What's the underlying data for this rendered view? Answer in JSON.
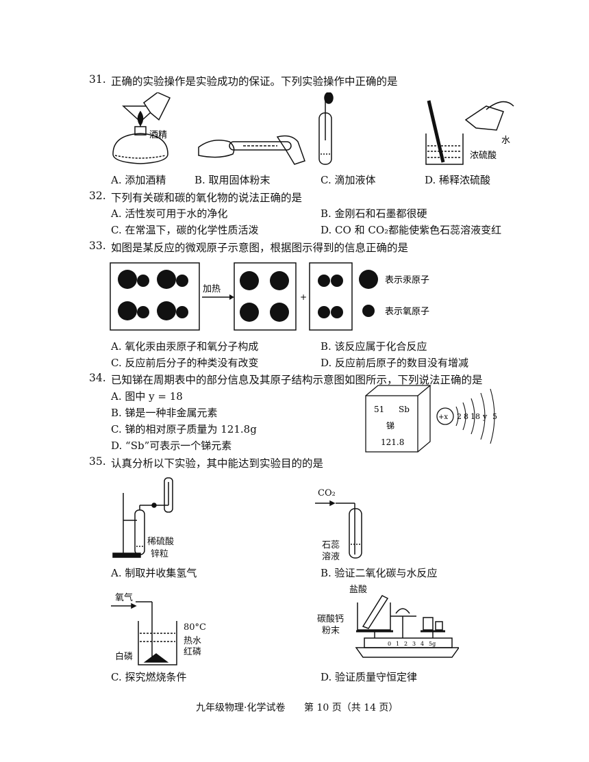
{
  "q31": {
    "number": "31.",
    "stem": "正确的实验操作是实验成功的保证。下列实验操作中正确的是",
    "label_alcohol": "酒精",
    "label_water": "水",
    "label_acid": "浓硫酸",
    "options": [
      "A. 添加酒精",
      "B. 取用固体粉末",
      "C. 滴加液体",
      "D. 稀释浓硫酸"
    ]
  },
  "q32": {
    "number": "32.",
    "stem": "下列有关碳和碳的氧化物的说法正确的是",
    "options": [
      "A. 活性炭可用于水的净化",
      "B. 金刚石和石墨都很硬",
      "C. 在常温下，碳的化学性质活泼",
      "D. CO 和 CO₂都能使紫色石蕊溶液变红"
    ]
  },
  "q33": {
    "number": "33.",
    "stem": "如图是某反应的微观原子示意图，根据图示得到的信息正确的是",
    "arrow_label": "加热",
    "plus": "+",
    "legend_hg": "表示汞原子",
    "legend_o": "表示氧原子",
    "options": [
      "A. 氧化汞由汞原子和氧分子构成",
      "B. 该反应属于化合反应",
      "C. 反应前后分子的种类没有改变",
      "D. 反应前后原子的数目没有增减"
    ]
  },
  "q34": {
    "number": "34.",
    "stem": "已知锑在周期表中的部分信息及其原子结构示意图如图所示，下列说法正确的是",
    "options": [
      "A. 图中 y = 18",
      "B. 锑是一种非金属元素",
      "C. 锑的相对原子质量为 121.8g",
      "D. “Sb”可表示一个锑元素"
    ],
    "element_number": "51",
    "element_symbol": "Sb",
    "element_name": "锑",
    "element_mass": "121.8",
    "nucleus": "+x",
    "shells": [
      "2",
      "8",
      "18",
      "y",
      "5"
    ]
  },
  "q35": {
    "number": "35.",
    "stem": "认真分析以下实验，其中能达到实验目的的是",
    "a_labels": [
      "稀硫酸",
      "锌粒"
    ],
    "a_caption": "A. 制取并收集氢气",
    "b_co2": "CO₂",
    "b_labels": [
      "石蕊",
      "溶液"
    ],
    "b_caption": "B. 验证二氧化碳与水反应",
    "c_oxygen": "氧气",
    "c_labels": [
      "80°C",
      "热水",
      "红磷",
      "白磷"
    ],
    "c_caption": "C. 探究燃烧条件",
    "d_acid": "盐酸",
    "d_labels": [
      "碳酸钙",
      "粉末"
    ],
    "d_scale_ticks": [
      "0",
      "1",
      "2",
      "3",
      "4",
      "5g"
    ],
    "d_caption": "D. 验证质量守恒定律"
  },
  "footer": {
    "subject": "九年级物理·化学试卷",
    "page": "第 10 页（共 14 页）"
  }
}
